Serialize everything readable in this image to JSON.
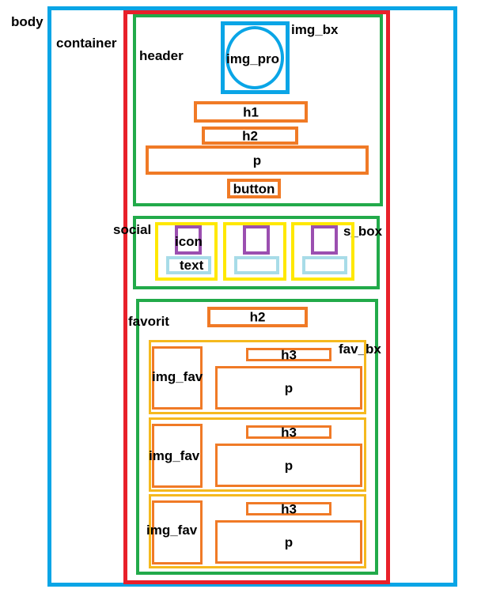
{
  "labels": {
    "body": "body",
    "container": "container",
    "header": "header",
    "img_bx": "img_bx",
    "img_pro": "img_pro",
    "h1": "h1",
    "h2": "h2",
    "p": "p",
    "button": "button",
    "social": "social",
    "s_box": "s_box",
    "icon": "icon",
    "text": "text",
    "favorit": "favorit",
    "fav_bx": "fav_bx",
    "img_fav": "img_fav",
    "h3": "h3"
  },
  "colors": {
    "body_border": "#0aa5e6",
    "container_border": "#e8202a",
    "section_border": "#22aa4a",
    "element_border": "#f07a26",
    "s_box_border": "#ffe800",
    "fav_bx_border": "#f5b91e",
    "icon_border": "#9b4fb0",
    "text_border": "#a8dce8"
  }
}
